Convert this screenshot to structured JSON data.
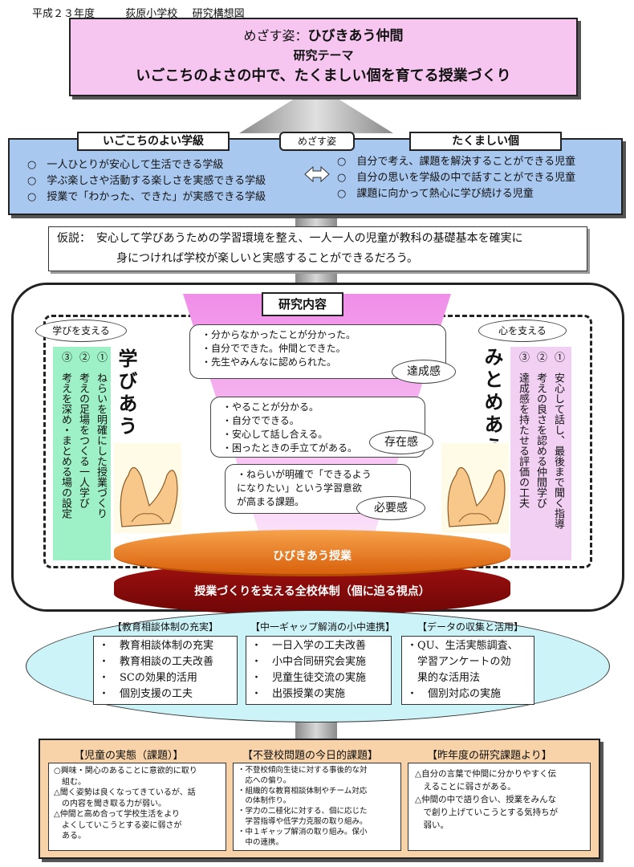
{
  "header": {
    "year": "平成２３年度",
    "school": "荻原小学校",
    "title": "研究構想図"
  },
  "goal": {
    "label": "めざす姿：",
    "name": "ひびきあう仲間",
    "theme_label": "研究テーマ",
    "theme": "いごこちのよさの中で、たくましい個を育てる授業づくり"
  },
  "mezasu": {
    "center_label": "めざす姿",
    "left": {
      "title": "いごこちのよい学級",
      "items": [
        "一人ひとりが安心して生活できる学級",
        "学ぶ楽しさや活動する楽しさを実感できる学級",
        "授業で「わかった、できた」が実感できる学級"
      ]
    },
    "right": {
      "title": "たくましい個",
      "items": [
        "自分で考え、課題を解決することができる児童",
        "自分の思いを学級の中で話すことができる児童",
        "課題に向かって熱心に学び続ける児童"
      ]
    },
    "bullet": "○"
  },
  "hypothesis": {
    "label": "仮説：",
    "line1": "安心して学びあうための学習環境を整え、一人一人の児童が教科の基礎基本を確実に",
    "line2": "身につければ学校が楽しいと実感することができるだろう。"
  },
  "research": {
    "title": "研究内容",
    "left": {
      "oval": "学びを支える",
      "heading": "学びあう",
      "items": [
        "①　ねらいを明確にした授業づくり",
        "②　考えの足場をつくる一人学び",
        "③　考えを深め・まとめる場の設定"
      ]
    },
    "right": {
      "oval": "心を支える",
      "heading": "みとめあう",
      "items": [
        "①　安心して話し、最後まで聞く指導",
        "②　考えの良さを認める仲間学び",
        "③　達成感を持たせる評価の工夫"
      ]
    },
    "levels": [
      {
        "lines": [
          "・分からなかったことが分かった。",
          "・自分でできた。仲間とできた。",
          "・先生やみんなに認められた。"
        ],
        "tag": "達成感"
      },
      {
        "lines": [
          "・やることが分かる。",
          "・自分でできる。",
          "・安心して話し合える。",
          "・困ったときの手立てがある。"
        ],
        "tag": "存在感"
      },
      {
        "lines": [
          "・ねらいが明確で「できるよう",
          "になりたい」という学習意欲",
          "が高まる課題。"
        ],
        "tag": "必要感"
      }
    ],
    "disk_top": "ひびきあう授業",
    "disk_bottom": "授業づくりを支える全校体制（個に迫る視点）"
  },
  "support": [
    {
      "title": "【教育相談体制の充実】",
      "items": [
        "・　教育相談体制の充実",
        "・　教育相談の工夫改善",
        "・　SCの効果的活用",
        "・　個別支援の工夫"
      ]
    },
    {
      "title": "【中一ギャップ解消の小中連携】",
      "items": [
        "・　一日入学の工夫改善",
        "・　小中合同研究会実施",
        "・　児童生徒交流の実施",
        "・　出張授業の実施"
      ]
    },
    {
      "title": "【データの収集と活用】",
      "items": [
        "・QU、生活実態調査、",
        "　学習アンケートの効",
        "　果的な活用法",
        "・　個別対応の実施"
      ]
    }
  ],
  "issues": [
    {
      "title": "【児童の実態（課題）】",
      "items": [
        "○興味・関心のあることに意欲的に取り",
        "　組む。",
        "△聞く姿勢は良くなってきているが、話",
        "　の内容を聞き取る力が弱い。",
        "△仲間と高め合って学校生活をより",
        "　よくしていこうとする姿に弱さが",
        "　ある。"
      ]
    },
    {
      "title": "【不登校問題の今日的課題】",
      "items": [
        "・不登校傾向生徒に対する事後的な対",
        "　応への偏り。",
        "・組織的な教育相談体制やチーム対応",
        "　の体制作り。",
        "・学力の二極化に対する、個に応じた",
        "　学習指導や低学力克服の取り組み。",
        "・中１ギャップ解消の取り組み。保小",
        "　中の連携。"
      ]
    },
    {
      "title": "【昨年度の研究課題より】",
      "items": [
        "△自分の言葉で仲間に分かりやすく伝",
        "　えることに弱さがある。",
        "△仲間の中で語り合い、授業をみんな",
        "　で創り上げていこうとする気持ちが",
        "　弱い。"
      ]
    }
  ],
  "colors": {
    "pink": "#f6c6f0",
    "blue": "#a9c8f0",
    "cyan": "#ccf3f8",
    "orange": "#e87a1e",
    "darkred": "#9b0c0c",
    "green": "#9ef0c6",
    "peach": "#f8d2a8"
  }
}
